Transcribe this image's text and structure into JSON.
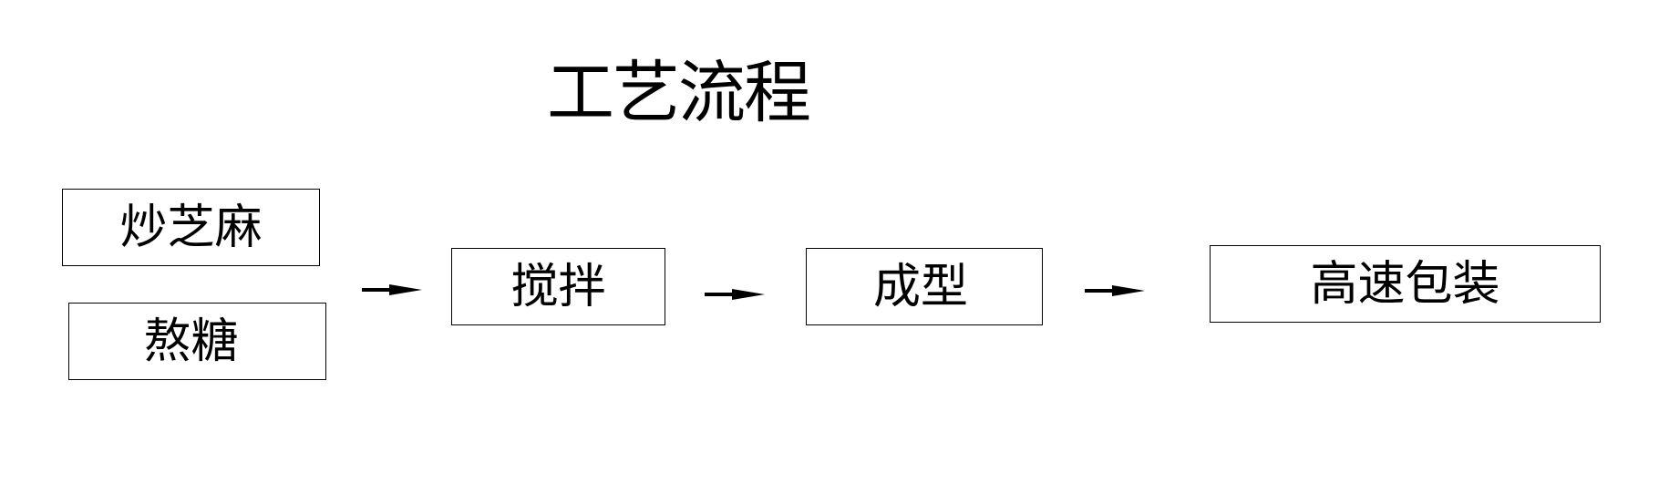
{
  "diagram": {
    "title": "工艺流程",
    "steps": {
      "roast_sesame": "炒芝麻",
      "boil_sugar": "熬糖",
      "stir": "搅拌",
      "shape": "成型",
      "packaging": "高速包装"
    },
    "colors": {
      "line": "#000000",
      "background": "#ffffff"
    }
  }
}
